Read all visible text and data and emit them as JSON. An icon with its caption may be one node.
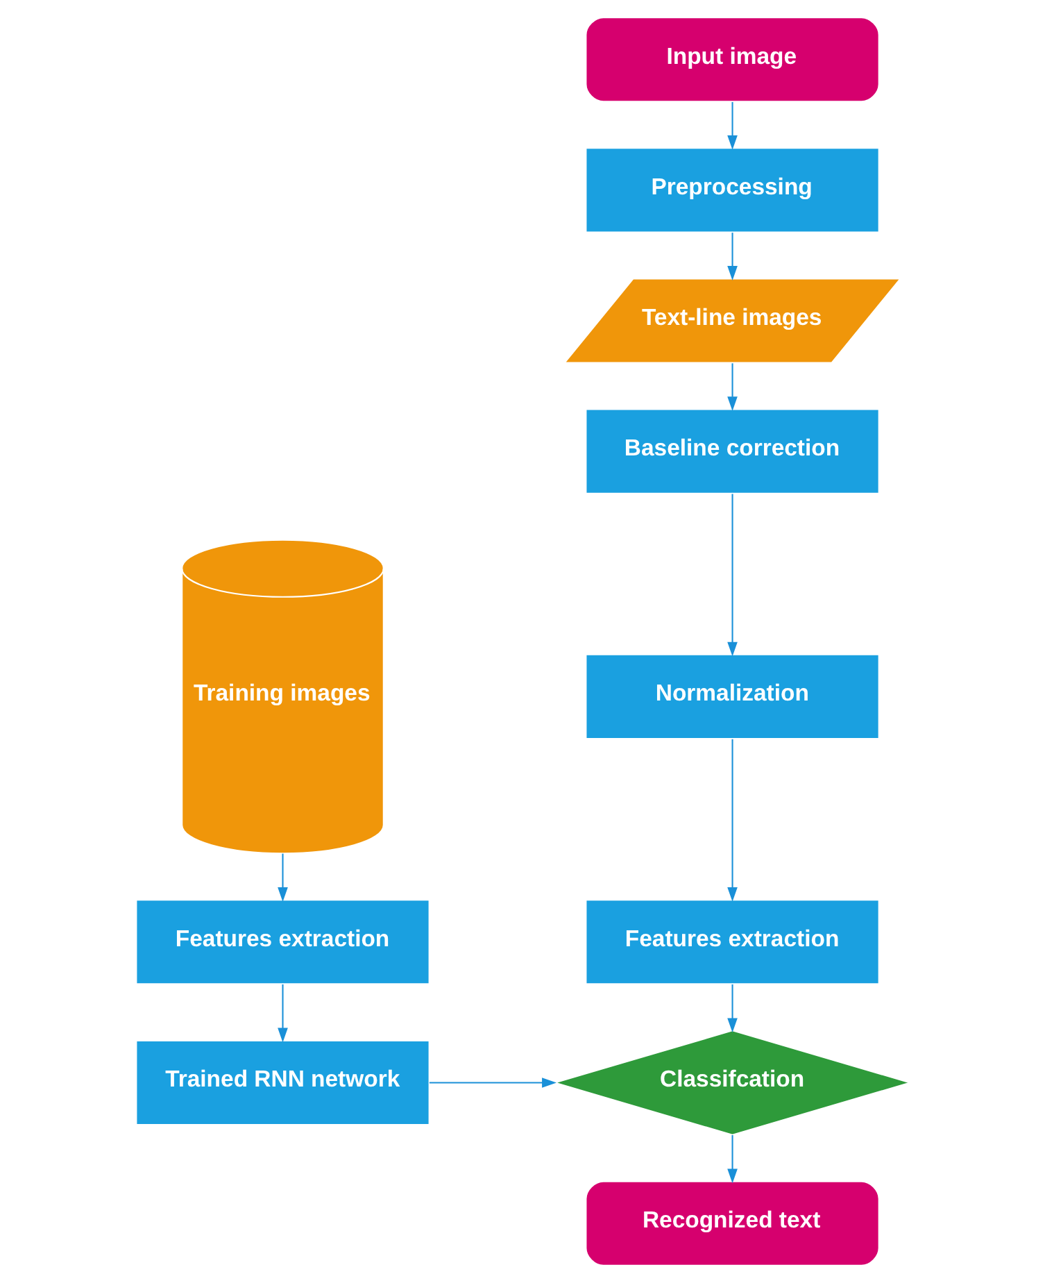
{
  "diagram": {
    "nodes": [
      {
        "text": [
          "Input image"
        ]
      },
      {
        "text": [
          "Preprocessing"
        ]
      },
      {
        "text": [
          "Text-line images"
        ]
      },
      {
        "text": [
          "Baseline correction"
        ]
      },
      {
        "text": [
          "Normalization"
        ]
      },
      {
        "text": [
          "Features extraction"
        ]
      },
      {
        "text": [
          "Training images"
        ]
      },
      {
        "text": [
          "Features extraction"
        ]
      },
      {
        "text": [
          "Trained RNN network"
        ]
      },
      {
        "text": [
          "Classifcation"
        ]
      },
      {
        "text": [
          "Recognized text"
        ]
      }
    ],
    "edges": [
      {
        "from": 0,
        "to": 1,
        "arrow": "to"
      },
      {
        "from": 1,
        "to": 2,
        "arrow": "to"
      },
      {
        "from": 2,
        "to": 3,
        "arrow": "to"
      },
      {
        "from": 3,
        "to": 4,
        "arrow": "to"
      },
      {
        "from": 4,
        "to": 5,
        "arrow": "to"
      },
      {
        "from": 6,
        "to": 7,
        "arrow": "to"
      },
      {
        "from": 7,
        "to": 8,
        "arrow": "to"
      },
      {
        "from": 5,
        "to": 9,
        "arrow": "to"
      },
      {
        "from": 8,
        "to": 9,
        "arrow": "to"
      },
      {
        "from": 9,
        "to": 10,
        "arrow": "to"
      }
    ]
  }
}
